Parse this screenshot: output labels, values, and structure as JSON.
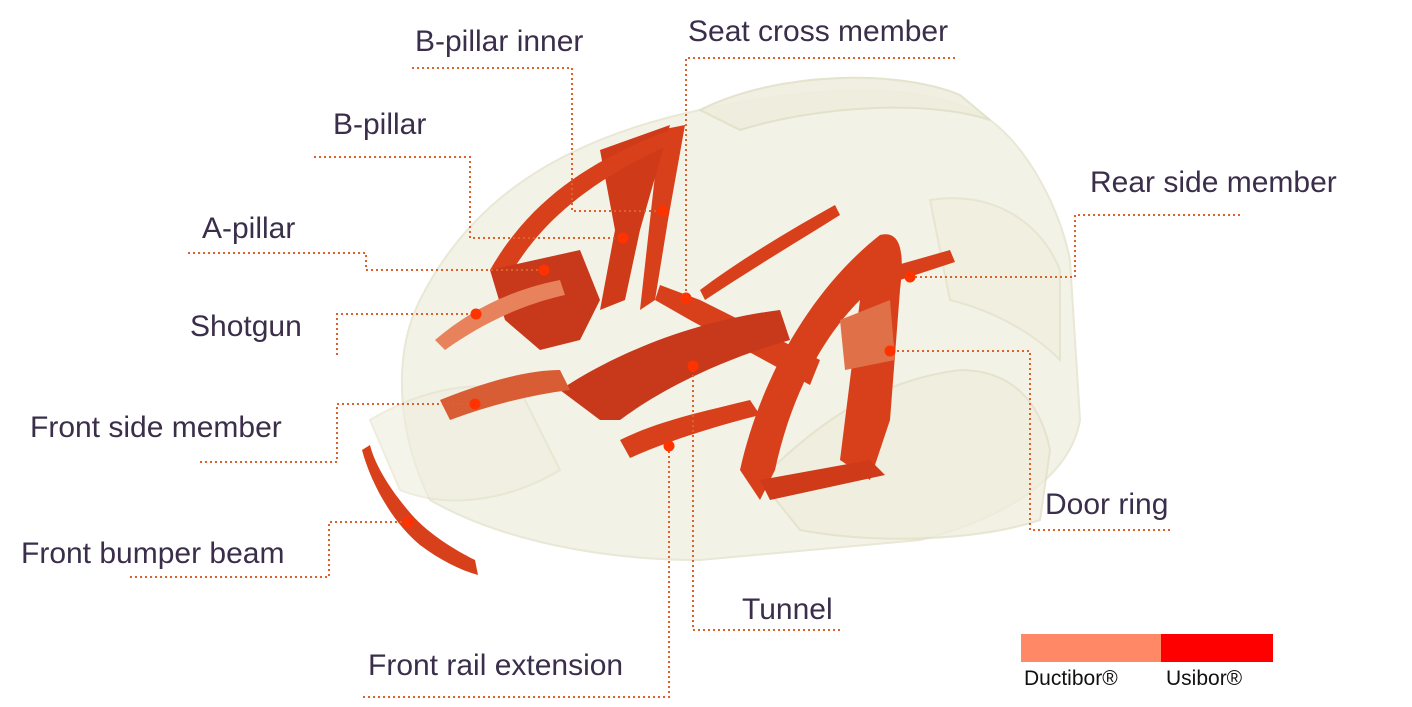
{
  "labels": {
    "b_pillar_inner": "B-pillar inner",
    "seat_cross_member": "Seat cross member",
    "b_pillar": "B-pillar",
    "rear_side_member": "Rear side member",
    "a_pillar": "A-pillar",
    "shotgun": "Shotgun",
    "front_side_member": "Front side member",
    "door_ring": "Door ring",
    "front_bumper_beam": "Front bumper beam",
    "tunnel": "Tunnel",
    "front_rail_extension": "Front rail extension"
  },
  "legend": {
    "items": [
      {
        "label": "Ductibor®",
        "color": "#ff8866"
      },
      {
        "label": "Usibor®",
        "color": "#ff0000"
      }
    ]
  },
  "colors": {
    "label_text": "#3a2e4a",
    "leader_line": "#e0602c",
    "part_fill": "#d8401c",
    "part_highlight": "#e86a3c",
    "marker": "#ff3300",
    "body_ghost": "#efeede"
  }
}
